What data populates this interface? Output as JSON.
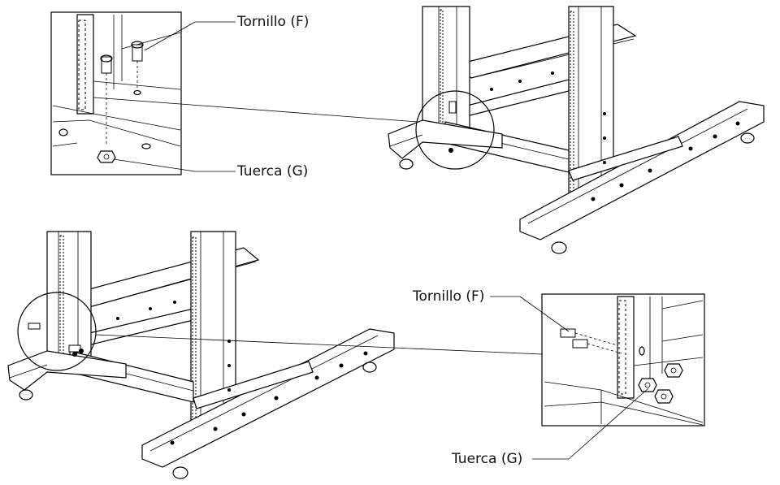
{
  "labels": {
    "top_screw": "Tornillo (F)",
    "top_nut": "Tuerca (G)",
    "bottom_screw": "Tornillo (F)",
    "bottom_nut": "Tuerca (G)"
  },
  "colors": {
    "line": "#000000",
    "background": "#ffffff"
  }
}
